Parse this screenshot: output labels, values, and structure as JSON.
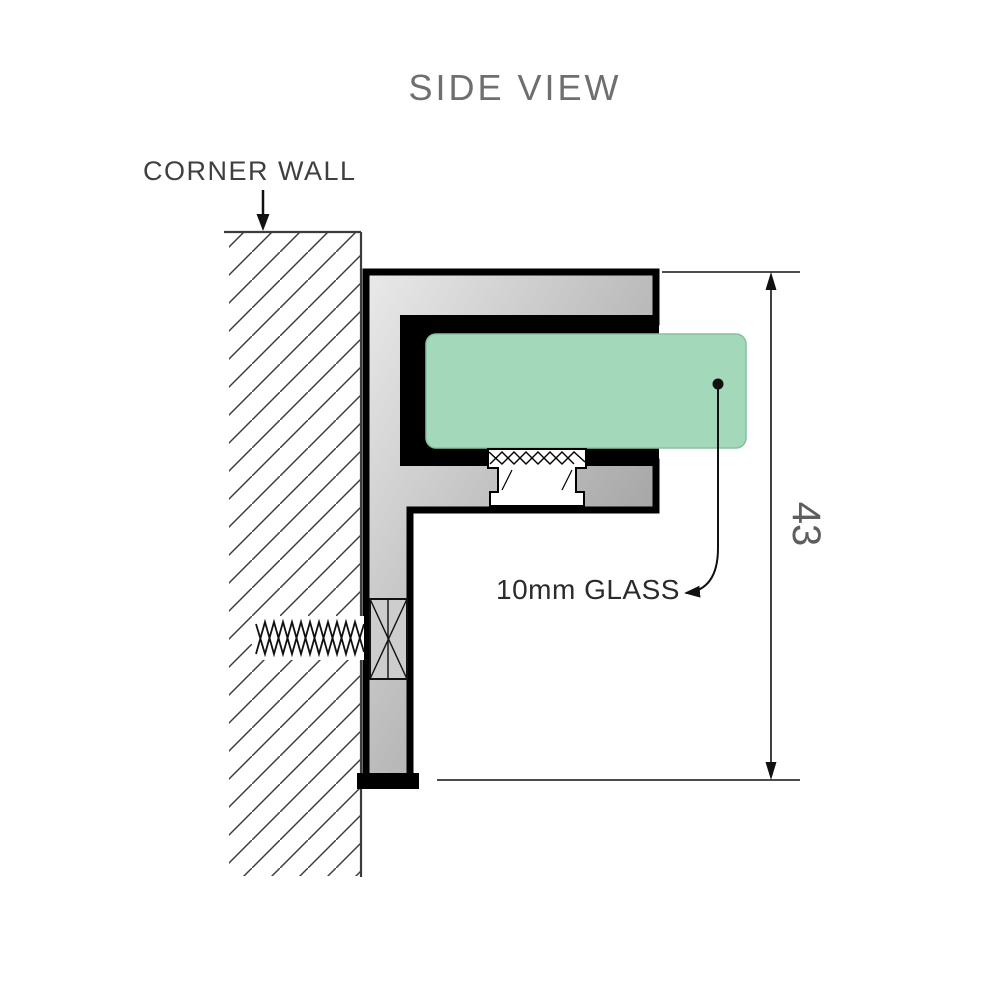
{
  "title": "SIDE VIEW",
  "callouts": {
    "corner_wall": "CORNER WALL",
    "glass": "10mm GLASS"
  },
  "dimension": {
    "value": "43"
  },
  "colors": {
    "glass": "#a3d9ba",
    "glass_edge": "#82c2a0",
    "bracket_light": "#eaeaea",
    "bracket_dark": "#8d8d8d",
    "liner": "#000000",
    "line": "#3c3c3c",
    "title_text": "#6f6f6f",
    "label_text": "#3f3f3f",
    "glass_label_text": "#2b2b2b",
    "dimension_text": "#5e5e5e"
  }
}
